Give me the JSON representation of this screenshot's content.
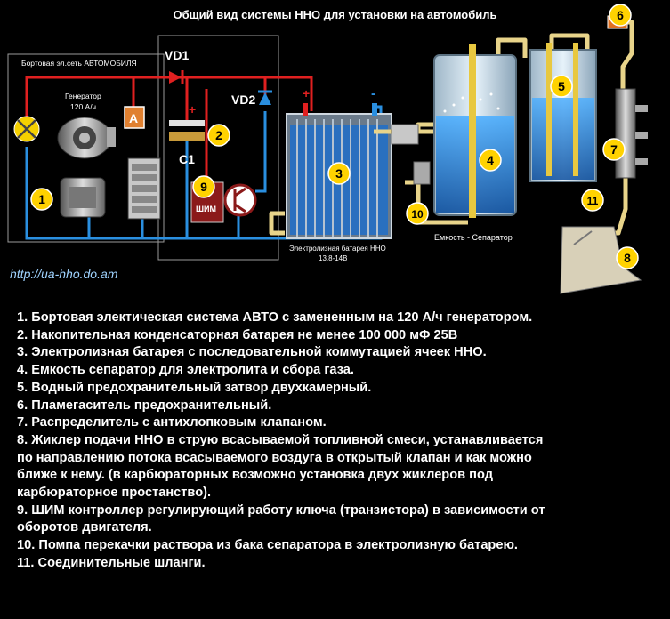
{
  "title": "Общий вид системы ННО для установки на автомобиль",
  "url": "http://ua-hho.do.am",
  "labels": {
    "onboard": "Бортовая эл.сеть АВТОМОБИЛЯ",
    "generator_line1": "Генератор",
    "generator_line2": "120 А/ч",
    "vd1": "VD1",
    "vd2": "VD2",
    "c1": "C1",
    "pwm": "ШИМ",
    "ammeter": "A",
    "battery_line1": "Электролизная батарея ННО",
    "battery_line2": "13,8-14В",
    "separator": "Емкость - Сепаратор",
    "plus": "+",
    "minus": "-"
  },
  "markers": [
    "1",
    "2",
    "3",
    "4",
    "5",
    "6",
    "7",
    "8",
    "9",
    "10",
    "11"
  ],
  "legend": [
    "1. Бортовая электическая система АВТО с замененным на 120 А/ч генератором.",
    "2. Накопительная конденсаторная батарея не менее 100 000 мФ 25В",
    "3. Электролизная батарея с последовательной коммутацией ячеек ННО.",
    "4. Емкость сепаратор для электролита и сбора газа.",
    "5. Водный предохранительный затвор двухкамерный.",
    "6. Пламегаситель предохранительный.",
    "7. Распределитель с антихлопковым клапаном.",
    "8. Жиклер подачи  ННО в струю всасываемой топливной смеси, устанавливается",
    "по направлению потока всасываемого воздуга в открытый клапан и как можно",
    "ближе к нему. (в карбюраторных возможно установка двух жиклеров  под",
    "карбюраторное простанство).",
    "9. ШИМ контроллер регулирующий работу ключа (транзистора) в зависимости от",
    "оборотов двигателя.",
    "10. Помпа перекачки раствора из бака сепаратора в  электролизную батарею.",
    "11. Соединительные шланги."
  ],
  "colors": {
    "background": "#000000",
    "wire_positive": "#e02020",
    "wire_negative": "#2a8fe0",
    "hose": "#e8d48a",
    "marker_fill": "#ffd200",
    "electrolyte": "#1e7fd8"
  }
}
